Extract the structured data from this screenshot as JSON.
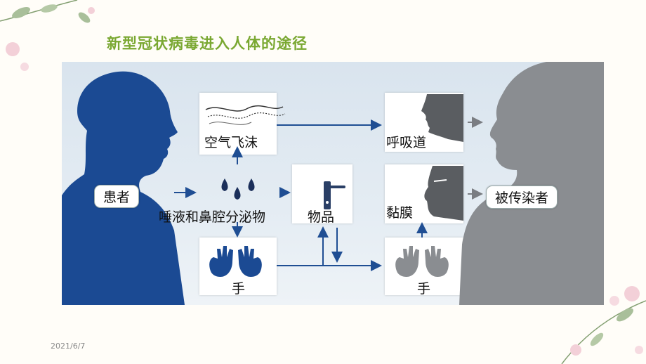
{
  "slide": {
    "title": "新型冠状病毒进入人体的途径",
    "date": "2021/6/7"
  },
  "diagram": {
    "source": "患者",
    "airborne": "空气飞沫",
    "secretions": "唾液和鼻腔分泌物",
    "hands_source": "手",
    "objects": "物品",
    "respiratory": "呼吸道",
    "mucosa": "黏膜",
    "hands_target": "手",
    "target": "被传染者"
  },
  "colors": {
    "title": "#7aa832",
    "patient": "#1b4a93",
    "infected": "#8a8d91",
    "arrow": "#1f4e93"
  }
}
